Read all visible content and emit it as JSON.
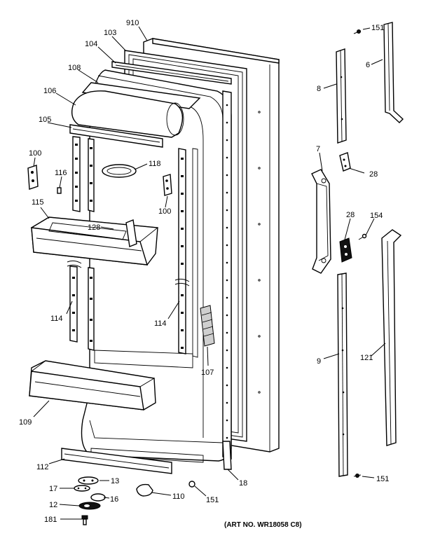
{
  "labels": {
    "l910": "910",
    "l103": "103",
    "l104": "104",
    "l108": "108",
    "l106": "106",
    "l105": "105",
    "l100a": "100",
    "l116": "116",
    "l118": "118",
    "l100b": "100",
    "l115": "115",
    "l128": "128",
    "l114a": "114",
    "l114b": "114",
    "l107": "107",
    "l109": "109",
    "l112": "112",
    "l13": "13",
    "l17": "17",
    "l16": "16",
    "l12": "12",
    "l181": "181",
    "l110": "110",
    "l151a": "151",
    "l18": "18",
    "l151b": "151",
    "l6": "6",
    "l8": "8",
    "l7": "7",
    "l28a": "28",
    "l28b": "28",
    "l154": "154",
    "l9": "9",
    "l121": "121",
    "l151c": "151"
  },
  "caption": "(ART NO. WR18058 C8)"
}
